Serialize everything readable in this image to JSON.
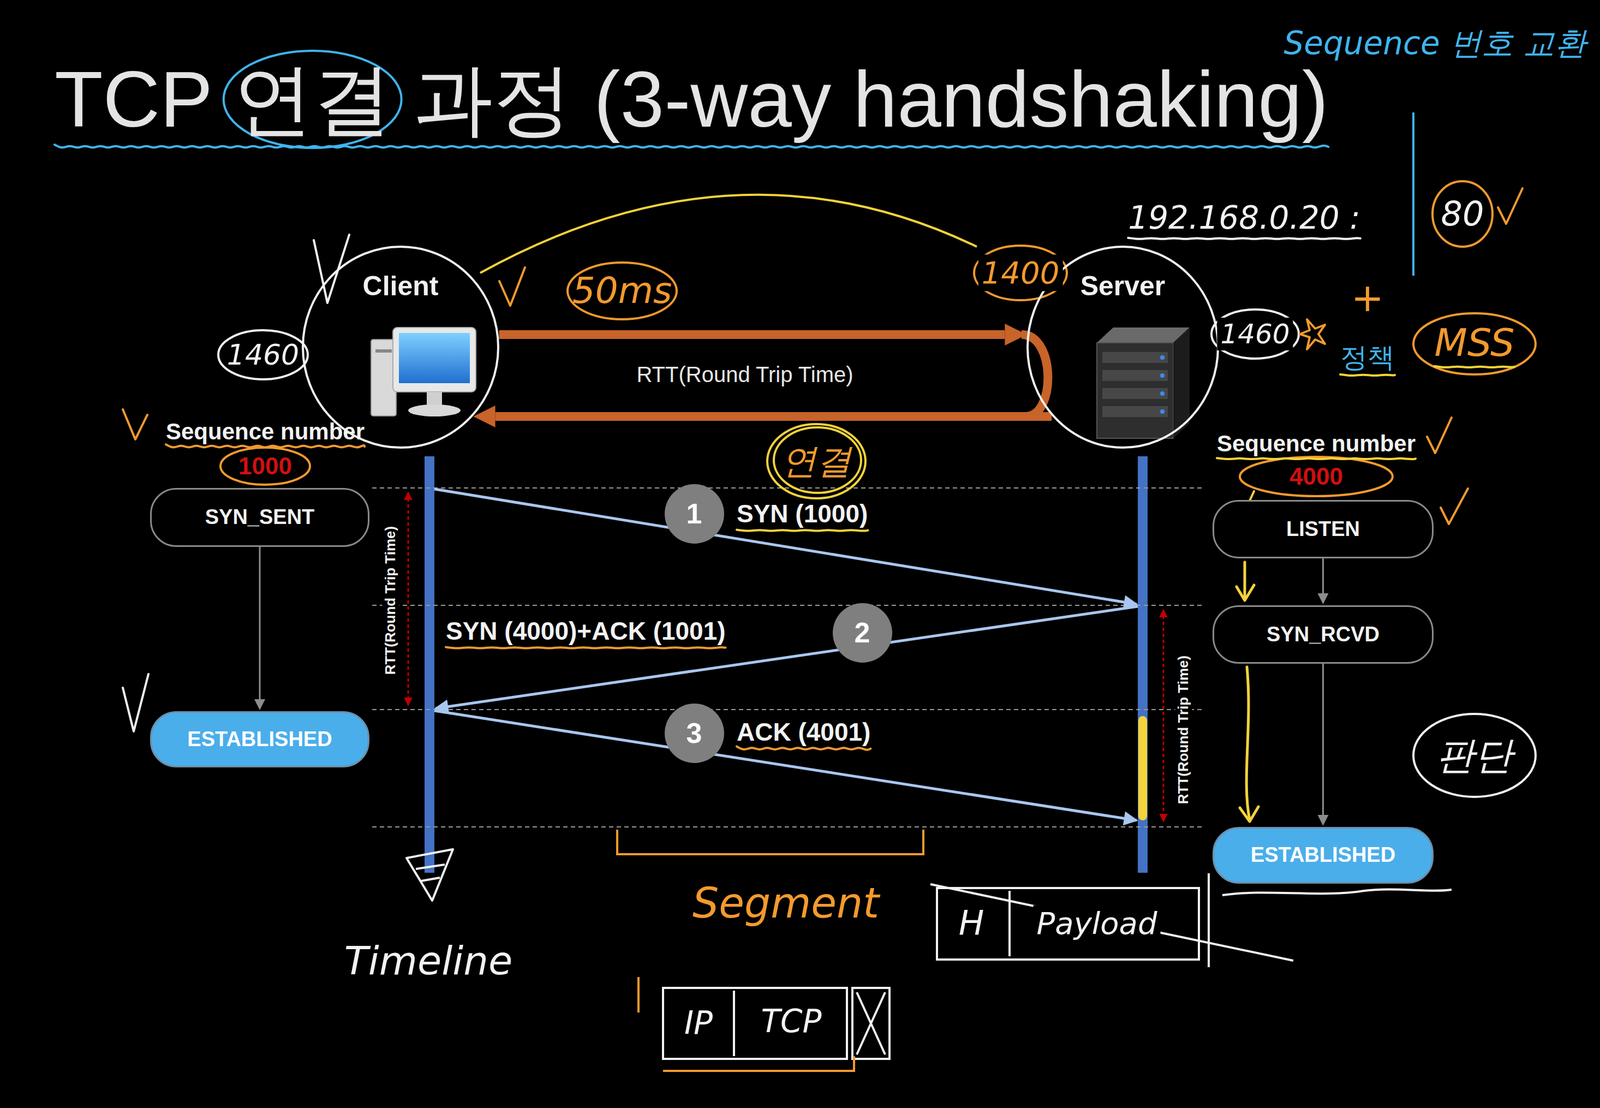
{
  "diagram": {
    "title": "TCP 연결 과정 (3-way handshaking)",
    "nodes": [
      {
        "text": [
          "Client"
        ]
      },
      {
        "text": [
          "Server"
        ]
      },
      {
        "text": [
          "SYN_SENT"
        ]
      },
      {
        "text": [
          "ESTABLISHED"
        ]
      },
      {
        "text": [
          "LISTEN"
        ]
      },
      {
        "text": [
          "SYN_RCVD"
        ]
      },
      {
        "text": [
          "ESTABLISHED"
        ]
      },
      {
        "text": [
          "1"
        ]
      },
      {
        "text": [
          "2"
        ]
      },
      {
        "text": [
          "3"
        ]
      }
    ],
    "edges": [
      {
        "from": 0,
        "to": 1,
        "arrow": "to",
        "label": "RTT(Round Trip Time)"
      },
      {
        "from": 1,
        "to": 0,
        "arrow": "to"
      },
      {
        "from": 2,
        "to": 3,
        "arrow": "to"
      },
      {
        "from": 4,
        "to": 5,
        "arrow": "to"
      },
      {
        "from": 5,
        "to": 6,
        "arrow": "to"
      }
    ],
    "labels": [
      "Sequence 번호 교환",
      "192.168.0.20 :",
      "80",
      "1400",
      "50ms",
      "1460",
      "1460",
      "+",
      "정책",
      "MSS",
      "Sequence number",
      "1000",
      "Sequence number",
      "4000",
      "연결",
      "SYN (1000)",
      "SYN (4000)+ACK (1001)",
      "ACK (4001)",
      "RTT(Round Trip Time)",
      "RTT(Round Trip Time)",
      "판단",
      "Timeline",
      "Segment",
      "H",
      "Payload",
      "IP",
      "TCP"
    ]
  }
}
